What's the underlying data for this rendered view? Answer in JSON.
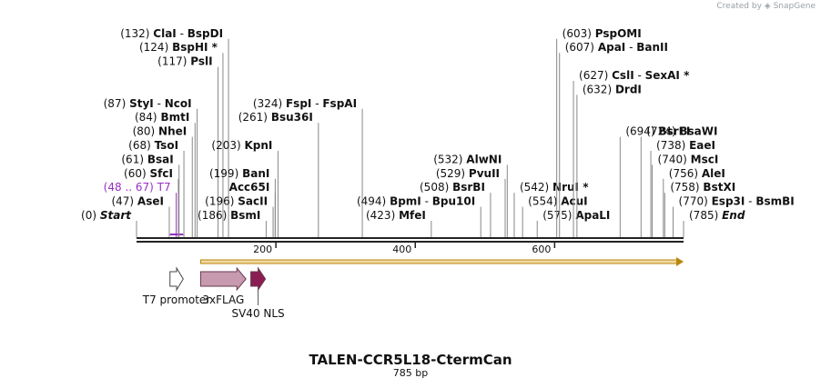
{
  "credit": {
    "prefix": "Created by",
    "brand": "SnapGene",
    "icon": "snapgene-logo-icon"
  },
  "plasmid": {
    "name": "TALEN-CCR5L18-CtermCan",
    "length_label": "785 bp",
    "length": 785
  },
  "colors": {
    "backbone": "#222222",
    "label_line": "#888888",
    "primer_site": "#9a2fc4",
    "orf_border": "#b8860b",
    "orf_fill": "#f0d9a0",
    "t7_fill": "#ffffff",
    "flag_fill": "#c89ab0",
    "nls_fill": "#8a1e52"
  },
  "ruler": {
    "ticks": [
      200,
      400,
      600
    ]
  },
  "sites": [
    {
      "pos": "(0)",
      "name": "Start",
      "name2": "",
      "italic": true,
      "bp": 0,
      "row": 0,
      "side": "left"
    },
    {
      "pos": "(47)",
      "name": "AseI",
      "name2": "",
      "bp": 47,
      "row": 1,
      "side": "left"
    },
    {
      "pos": "(48 .. 67)",
      "name": "T7",
      "name2": "",
      "primer": true,
      "bp": 57,
      "row": 2,
      "side": "left"
    },
    {
      "pos": "(60)",
      "name": "SfcI",
      "name2": "",
      "bp": 60,
      "row": 3,
      "side": "left"
    },
    {
      "pos": "(61)",
      "name": "BsaI",
      "name2": "",
      "bp": 61,
      "row": 4,
      "side": "left"
    },
    {
      "pos": "(68)",
      "name": "TsoI",
      "name2": "",
      "bp": 68,
      "row": 5,
      "side": "left"
    },
    {
      "pos": "(80)",
      "name": "NheI",
      "name2": "",
      "bp": 80,
      "row": 6,
      "side": "left"
    },
    {
      "pos": "(84)",
      "name": "BmtI",
      "name2": "",
      "bp": 84,
      "row": 7,
      "side": "left"
    },
    {
      "pos": "(87)",
      "name": "StyI",
      "name2": "NcoI",
      "bp": 87,
      "row": 8,
      "side": "left"
    },
    {
      "pos": "(117)",
      "name": "PslI",
      "name2": "",
      "bp": 117,
      "row": 11,
      "side": "left"
    },
    {
      "pos": "(124)",
      "name": "BspHI *",
      "name2": "",
      "bp": 124,
      "row": 12,
      "side": "left"
    },
    {
      "pos": "(132)",
      "name": "ClaI",
      "name2": "BspDI",
      "bp": 132,
      "row": 13,
      "side": "left"
    },
    {
      "pos": "(186)",
      "name": "BsmI",
      "name2": "",
      "bp": 186,
      "row": 0,
      "side": "left"
    },
    {
      "pos": "(196)",
      "name": "SacII",
      "name2": "",
      "bp": 196,
      "row": 1,
      "side": "left"
    },
    {
      "pos": "",
      "name": "Acc65I",
      "name2": "",
      "bp": 199,
      "row": 2,
      "side": "left"
    },
    {
      "pos": "(199)",
      "name": "BanI",
      "name2": "",
      "bp": 199,
      "row": 3,
      "side": "left"
    },
    {
      "pos": "(203)",
      "name": "KpnI",
      "name2": "",
      "bp": 203,
      "row": 5,
      "side": "left"
    },
    {
      "pos": "(261)",
      "name": "Bsu36I",
      "name2": "",
      "bp": 261,
      "row": 7,
      "side": "left"
    },
    {
      "pos": "(324)",
      "name": "FspI",
      "name2": "FspAI",
      "bp": 324,
      "row": 8,
      "side": "left"
    },
    {
      "pos": "(423)",
      "name": "MfeI",
      "name2": "",
      "bp": 423,
      "row": 0,
      "side": "left"
    },
    {
      "pos": "(494)",
      "name": "BpmI",
      "name2": "Bpu10I",
      "bp": 494,
      "row": 1,
      "side": "left"
    },
    {
      "pos": "(508)",
      "name": "BsrBI",
      "name2": "",
      "bp": 508,
      "row": 2,
      "side": "left"
    },
    {
      "pos": "(529)",
      "name": "PvuII",
      "name2": "",
      "bp": 529,
      "row": 3,
      "side": "left"
    },
    {
      "pos": "(532)",
      "name": "AlwNI",
      "name2": "",
      "bp": 532,
      "row": 4,
      "side": "left"
    },
    {
      "pos": "(575)",
      "name": "ApaLI",
      "name2": "",
      "bp": 575,
      "row": 0,
      "side": "right"
    },
    {
      "pos": "(554)",
      "name": "AcuI",
      "name2": "",
      "bp": 554,
      "row": 1,
      "side": "right"
    },
    {
      "pos": "(542)",
      "name": "NruI *",
      "name2": "",
      "bp": 542,
      "row": 2,
      "side": "right"
    },
    {
      "pos": "(694)",
      "name": "BsrFI",
      "name2": "",
      "bp": 694,
      "row": 6,
      "side": "right"
    },
    {
      "pos": "(632)",
      "name": "DrdI",
      "name2": "",
      "bp": 632,
      "row": 9,
      "side": "right"
    },
    {
      "pos": "(627)",
      "name": "CslI",
      "name2": "SexAI *",
      "bp": 627,
      "row": 10,
      "side": "right"
    },
    {
      "pos": "(607)",
      "name": "ApaI",
      "name2": "BanII",
      "bp": 607,
      "row": 12,
      "side": "right"
    },
    {
      "pos": "(603)",
      "name": "PspOMI",
      "name2": "",
      "bp": 603,
      "row": 13,
      "side": "right"
    },
    {
      "pos": "(785)",
      "name": "End",
      "name2": "",
      "italic": true,
      "bp": 785,
      "row": 0,
      "side": "right"
    },
    {
      "pos": "(770)",
      "name": "Esp3I",
      "name2": "BsmBI",
      "bp": 770,
      "row": 1,
      "side": "right"
    },
    {
      "pos": "(758)",
      "name": "BstXI",
      "name2": "",
      "bp": 758,
      "row": 2,
      "side": "right"
    },
    {
      "pos": "(756)",
      "name": "AleI",
      "name2": "",
      "bp": 756,
      "row": 3,
      "side": "right"
    },
    {
      "pos": "(740)",
      "name": "MscI",
      "name2": "",
      "bp": 740,
      "row": 4,
      "side": "right"
    },
    {
      "pos": "(738)",
      "name": "EaeI",
      "name2": "",
      "bp": 738,
      "row": 5,
      "side": "right"
    },
    {
      "pos": "(724)",
      "name": "BsaWI",
      "name2": "",
      "bp": 724,
      "row": 6,
      "side": "right"
    }
  ],
  "features": [
    {
      "name": "T7 promoter",
      "type": "promoter",
      "start": 48,
      "end": 67
    },
    {
      "name": "3xFLAG",
      "type": "cds",
      "start": 92,
      "end": 157
    },
    {
      "name": "SV40 NLS",
      "type": "cds",
      "start": 164,
      "end": 185
    },
    {
      "name": "",
      "type": "orf",
      "start": 92,
      "end": 785
    }
  ]
}
